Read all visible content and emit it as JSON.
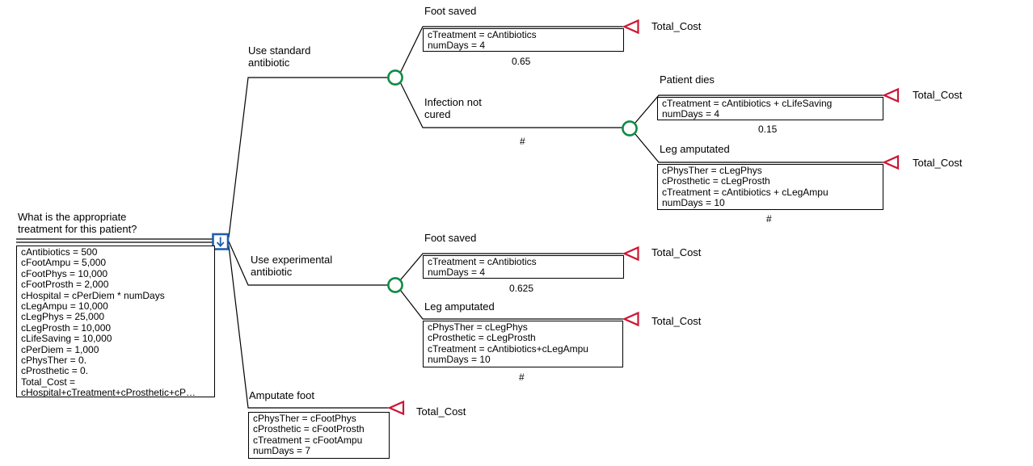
{
  "colors": {
    "decision_node": "#2160ad",
    "chance_node": "#0f8b45",
    "terminal_node": "#cc1634",
    "line": "#000000"
  },
  "tree": {
    "root": {
      "question": [
        "What is the appropriate",
        "treatment for this patient?"
      ],
      "node_type": "decision",
      "definitions": [
        "cAntibiotics = 500",
        "cFootAmpu = 5,000",
        "cFootPhys = 10,000",
        "cFootProsth = 2,000",
        "cHospital = cPerDiem * numDays",
        "cLegAmpu = 10,000",
        "cLegPhys = 25,000",
        "cLegProsth = 10,000",
        "cLifeSaving = 10,000",
        "cPerDiem = 1,000",
        "cPhysTher = 0.",
        "cProsthetic = 0.",
        "Total_Cost =",
        "cHospital+cTreatment+cProsthetic+cP…"
      ]
    },
    "standard": {
      "label": [
        "Use standard",
        "antibiotic"
      ],
      "node_type": "chance",
      "foot_saved": {
        "label": "Foot saved",
        "definitions": [
          "cTreatment = cAntibiotics",
          "numDays = 4"
        ],
        "probability": "0.65",
        "payoff": "Total_Cost"
      },
      "infection": {
        "label": [
          "Infection not",
          "cured"
        ],
        "probability": "#",
        "node_type": "chance",
        "patient_dies": {
          "label": "Patient dies",
          "definitions": [
            "cTreatment = cAntibiotics + cLifeSaving",
            "numDays = 4"
          ],
          "probability": "0.15",
          "payoff": "Total_Cost"
        },
        "leg_amputated": {
          "label": "Leg amputated",
          "definitions": [
            "cPhysTher = cLegPhys",
            "cProsthetic = cLegProsth",
            "cTreatment = cAntibiotics + cLegAmpu",
            "numDays = 10"
          ],
          "probability": "#",
          "payoff": "Total_Cost"
        }
      }
    },
    "experimental": {
      "label": [
        "Use experimental",
        "antibiotic"
      ],
      "node_type": "chance",
      "foot_saved": {
        "label": "Foot saved",
        "definitions": [
          "cTreatment = cAntibiotics",
          "numDays = 4"
        ],
        "probability": "0.625",
        "payoff": "Total_Cost"
      },
      "leg_amputated": {
        "label": "Leg amputated",
        "definitions": [
          "cPhysTher = cLegPhys",
          "cProsthetic = cLegProsth",
          "cTreatment = cAntibiotics+cLegAmpu",
          "numDays = 10"
        ],
        "probability": "#",
        "payoff": "Total_Cost"
      }
    },
    "amputate": {
      "label": "Amputate foot",
      "definitions": [
        "cPhysTher = cFootPhys",
        "cProsthetic = cFootProsth",
        "cTreatment = cFootAmpu",
        "numDays = 7"
      ],
      "payoff": "Total_Cost"
    }
  }
}
